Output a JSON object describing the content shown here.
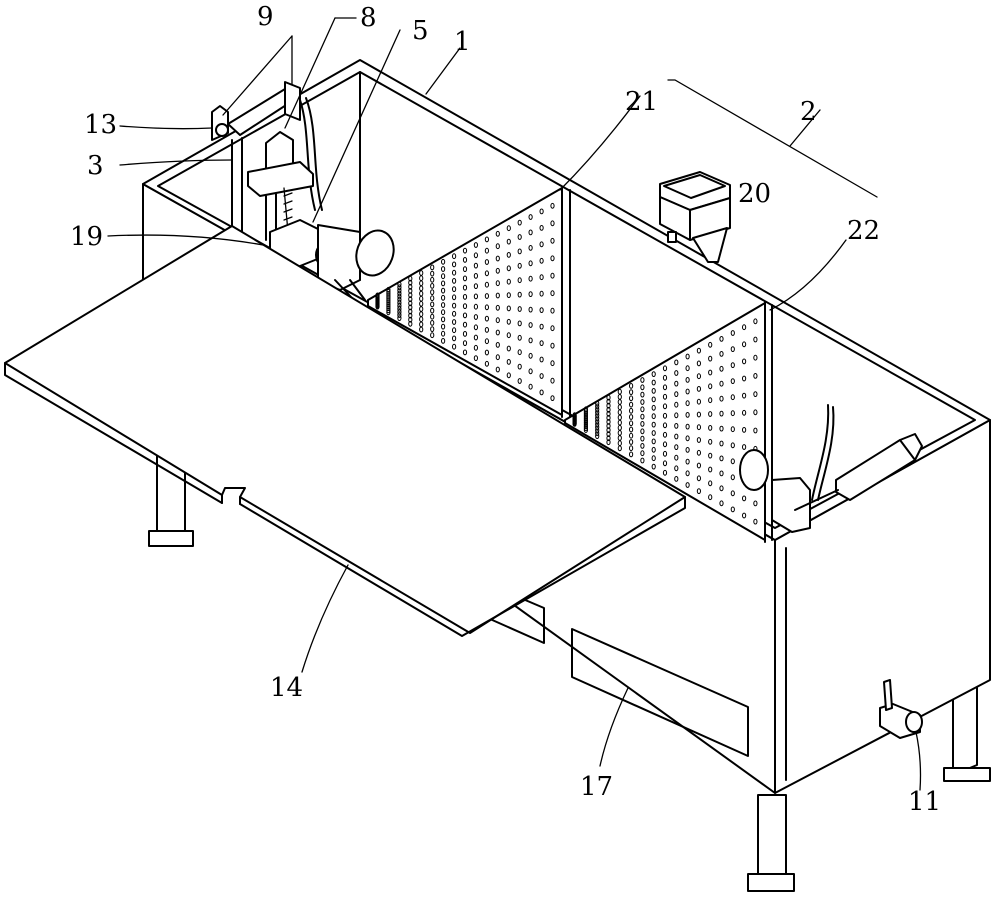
{
  "labels": [
    {
      "id": "9",
      "text": "9"
    },
    {
      "id": "8",
      "text": "8"
    },
    {
      "id": "5",
      "text": "5"
    },
    {
      "id": "1",
      "text": "1"
    },
    {
      "id": "21",
      "text": "21"
    },
    {
      "id": "2",
      "text": "2"
    },
    {
      "id": "20",
      "text": "20"
    },
    {
      "id": "22",
      "text": "22"
    },
    {
      "id": "13",
      "text": "13"
    },
    {
      "id": "3",
      "text": "3"
    },
    {
      "id": "19",
      "text": "19"
    },
    {
      "id": "14",
      "text": "14"
    },
    {
      "id": "17",
      "text": "17"
    },
    {
      "id": "11",
      "text": "11"
    }
  ]
}
